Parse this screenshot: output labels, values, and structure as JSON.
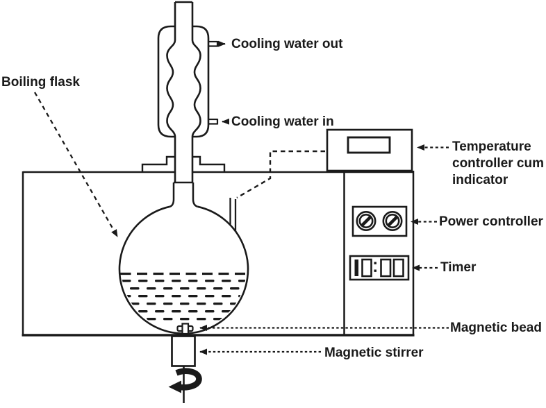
{
  "figure": {
    "background": "#ffffff",
    "ink": "#1a1a1a",
    "description": "Laboratory reflux apparatus diagram with bulb condenser, boiling flask in a bath housing, and control panel"
  },
  "labels": {
    "boiling_flask": "Boiling flask",
    "cooling_water_out": "Cooling water out",
    "cooling_water_in": "Cooling water in",
    "temperature_controller": "Temperature controller cum indicator",
    "power_controller": "Power controller",
    "timer": "Timer",
    "magnetic_bead": "Magnetic bead",
    "magnetic_stirrer": "Magnetic stirrer"
  },
  "parts": [
    "bulb-condenser",
    "cooling-jacket",
    "condenser-inner-bulb-tube",
    "cooling-water-out-port",
    "cooling-water-in-port",
    "bath-housing",
    "neck-flange",
    "flask-neck-joint",
    "boiling-flask",
    "flask-liquid",
    "thermometer-side-port",
    "temperature-controller-box",
    "controller-display-window",
    "power-controller-panel",
    "control-knob-left",
    "control-knob-right",
    "timer-display",
    "magnetic-bead",
    "magnetic-stirrer-box",
    "stirrer-shaft",
    "rotation-arrow"
  ]
}
